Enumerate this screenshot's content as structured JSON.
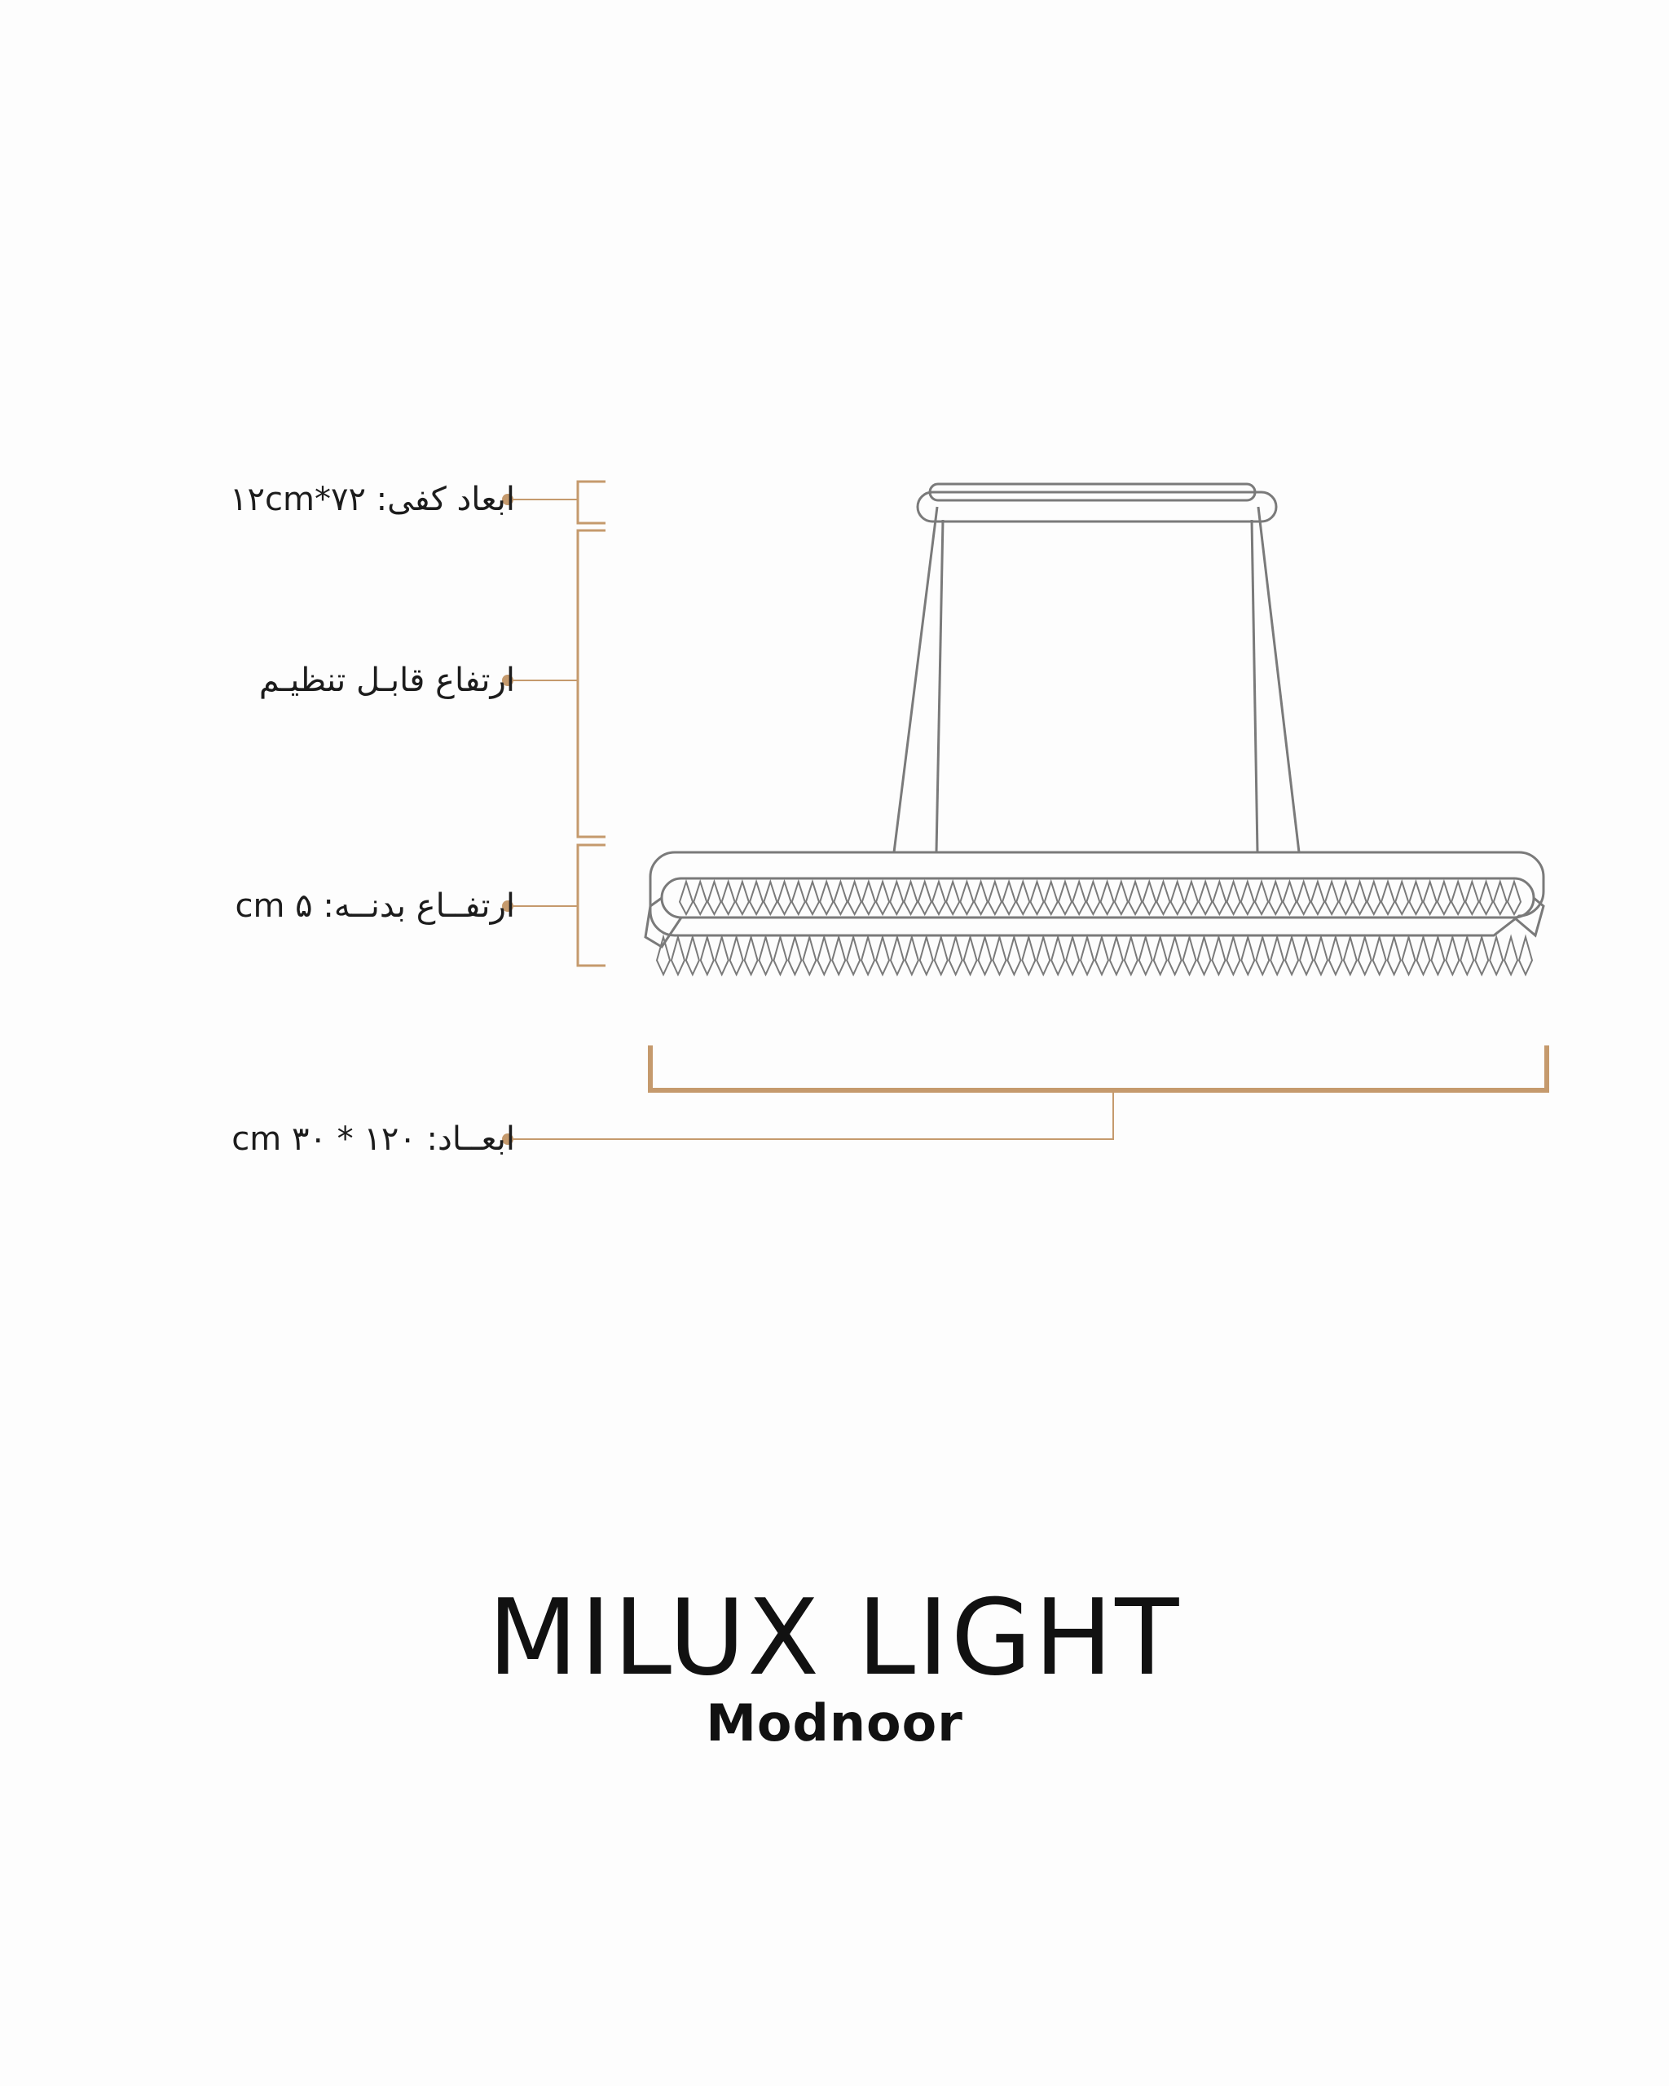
{
  "labels": {
    "canopy": "ابعاد کفی: ۷۲*۱۲cm",
    "adjustable_height": "ارتفاع قابـل تنظیـم",
    "body_height": "ارتفــاع بدنــه: ۵ cm",
    "dimensions": "ابعــاد: ۱۲۰ * ۳۰ cm"
  },
  "product": {
    "title": "MILUX LIGHT",
    "brand": "Modnoor"
  },
  "colors": {
    "accent": "#c59a6d",
    "line": "#7a7a7a",
    "text": "#1c1c1c",
    "background": "#fdfdfd"
  },
  "drawing": {
    "crystals_per_row": 60
  }
}
